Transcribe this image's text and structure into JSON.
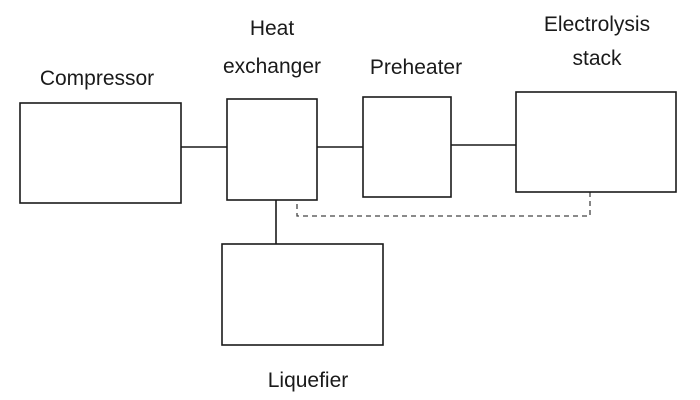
{
  "diagram": {
    "components": {
      "compressor": {
        "label": "Compressor"
      },
      "heat_exchanger": {
        "label_line1": "Heat",
        "label_line2": "exchanger"
      },
      "preheater": {
        "label": "Preheater"
      },
      "electrolysis_stack": {
        "label_line1": "Electrolysis",
        "label_line2": "stack"
      },
      "liquefier": {
        "label": "Liquefier"
      }
    },
    "connections": [
      {
        "from": "Compressor",
        "to": "Heat exchanger",
        "style": "solid"
      },
      {
        "from": "Heat exchanger",
        "to": "Preheater",
        "style": "solid"
      },
      {
        "from": "Preheater",
        "to": "Electrolysis stack",
        "style": "solid"
      },
      {
        "from": "Heat exchanger",
        "to": "Liquefier",
        "style": "solid"
      },
      {
        "from": "Electrolysis stack",
        "to": "Heat exchanger",
        "style": "dashed"
      }
    ],
    "colors": {
      "line": "#1a1a1a",
      "dashed_line": "#444444",
      "background": "#ffffff"
    }
  }
}
